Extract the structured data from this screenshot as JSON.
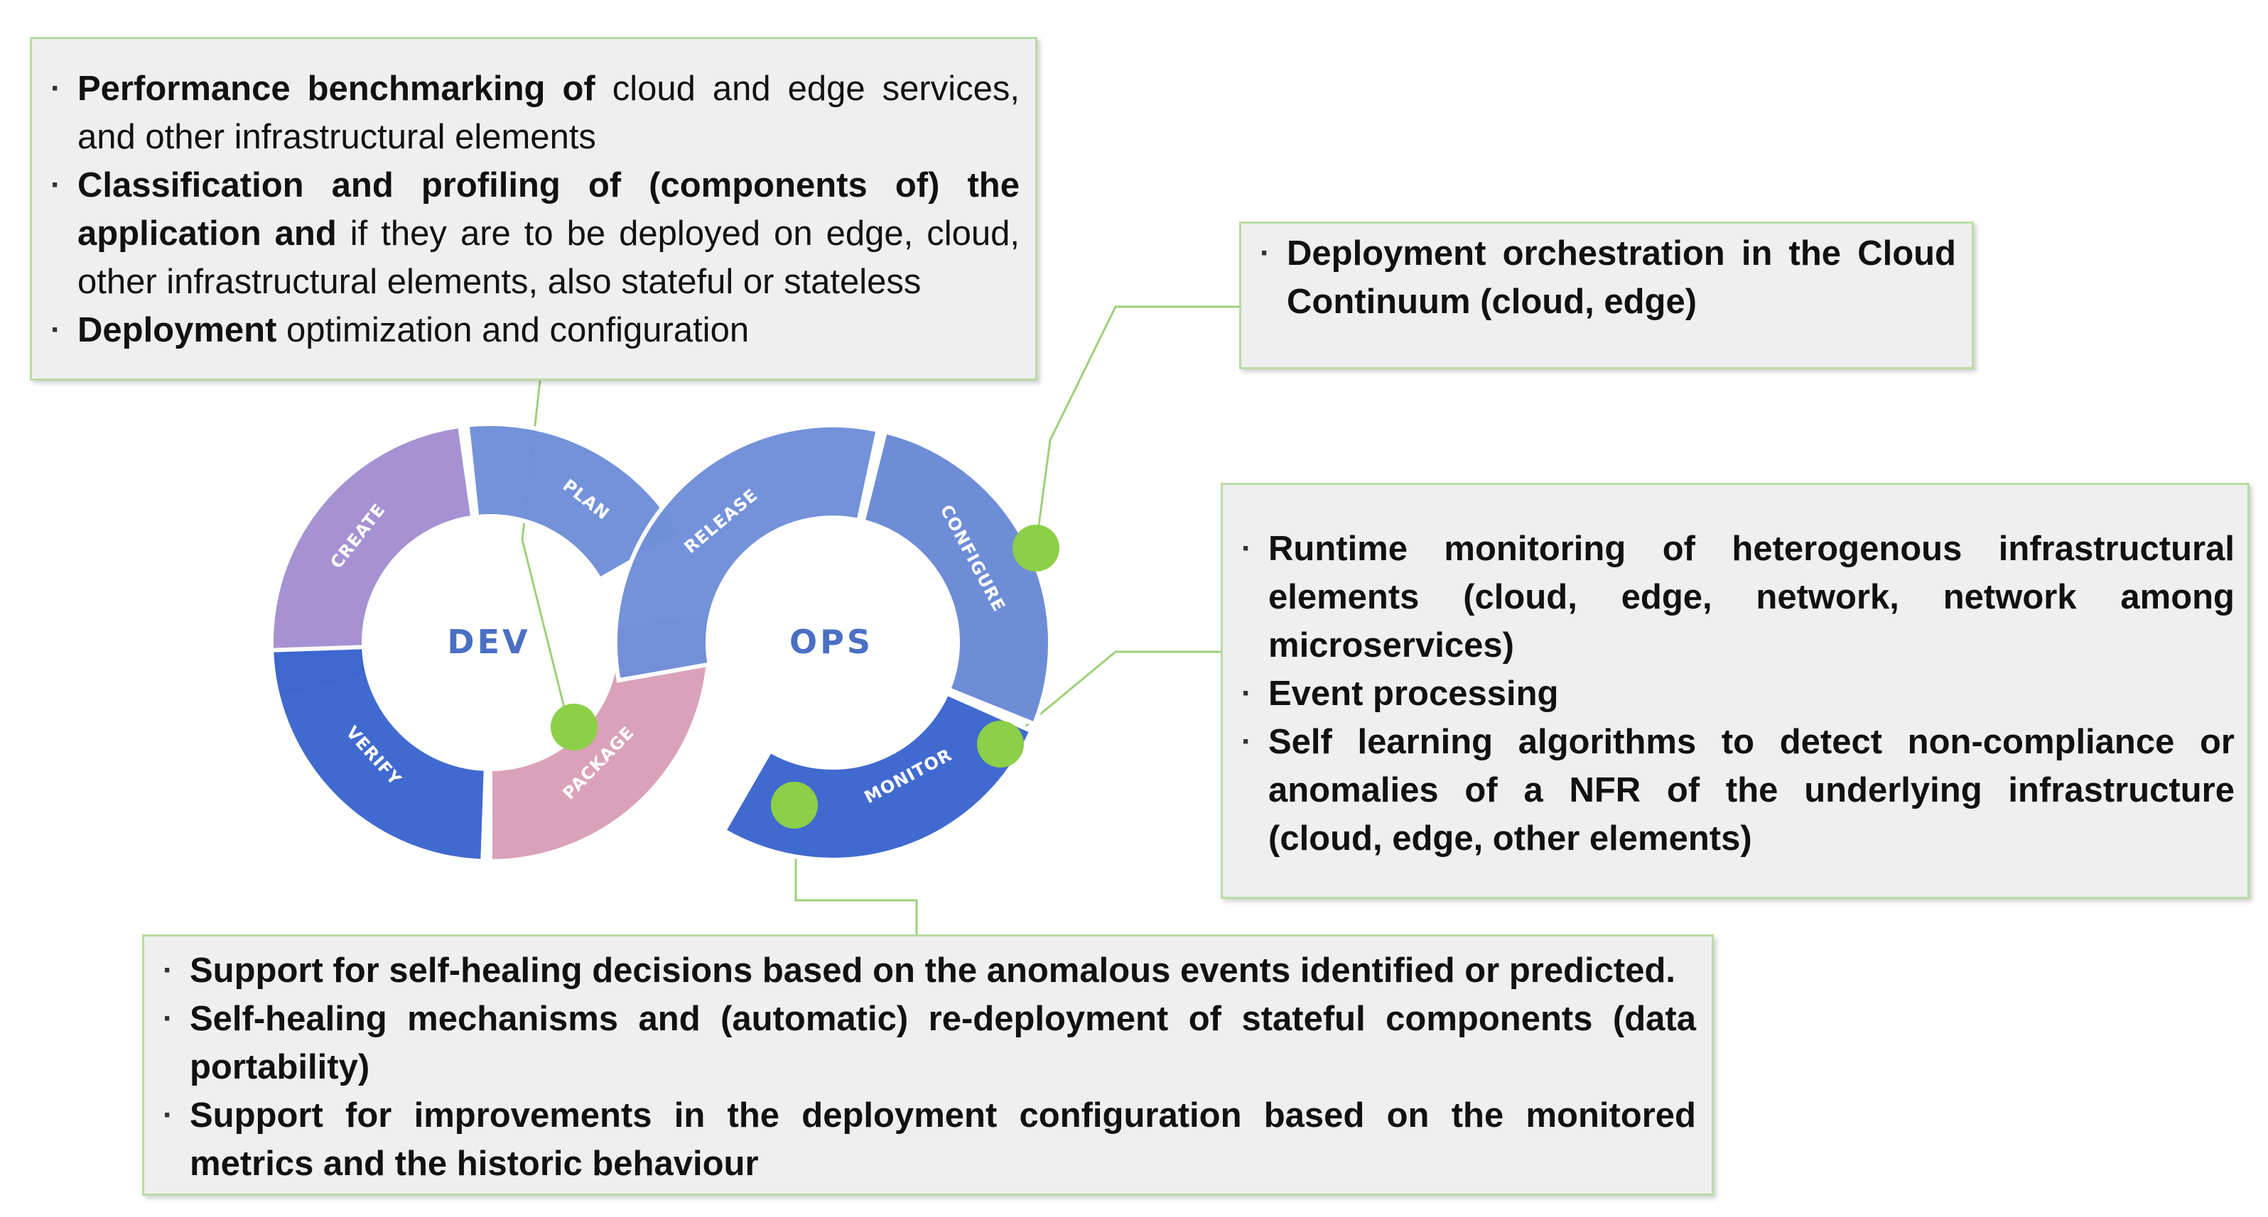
{
  "dev_box": {
    "items": [
      {
        "bold": "Performance benchmarking of",
        "rest": " cloud and edge services, and other infrastructural elements"
      },
      {
        "bold": "Classification and profiling of (components of) the application and",
        "rest": " if they are to be deployed on edge, cloud, other infrastructural elements, also stateful or stateless"
      },
      {
        "bold": "Deployment",
        "rest": " optimization and  configuration"
      }
    ]
  },
  "deploy_box": {
    "items": [
      "Deployment orchestration in the   Cloud Continuum (cloud, edge)"
    ]
  },
  "runtime_box": {
    "items": [
      "Runtime monitoring of heterogenous infrastructural elements (cloud, edge, network, network among microservices)",
      "Event processing",
      "Self learning algorithms to detect non-compliance or anomalies of a NFR of the underlying infrastructure (cloud, edge, other elements)"
    ]
  },
  "healing_box": {
    "items": [
      "Support for self-healing decisions based on the anomalous events identified or predicted.",
      "Self-healing mechanisms and (automatic) re-deployment of stateful components (data portability)",
      "Support for improvements in the deployment configuration based on the monitored metrics and the historic behaviour"
    ]
  },
  "loop": {
    "dev_label": "DEV",
    "ops_label": "OPS",
    "segments": {
      "create": "CREATE",
      "plan": "PLAN",
      "verify": "VERIFY",
      "package": "PACKAGE",
      "release": "RELEASE",
      "configure": "CONFIGURE",
      "monitor": "MONITOR"
    }
  },
  "colors": {
    "create": "#a48fd1",
    "plan": "#6f8fd9",
    "verify": "#3b66cf",
    "package": "#d9a0b8",
    "release": "#6f8fd9",
    "configure": "#6a8ad6",
    "monitor": "#3b66cf",
    "marker": "#8ccf48",
    "connector": "#9fd07a"
  }
}
